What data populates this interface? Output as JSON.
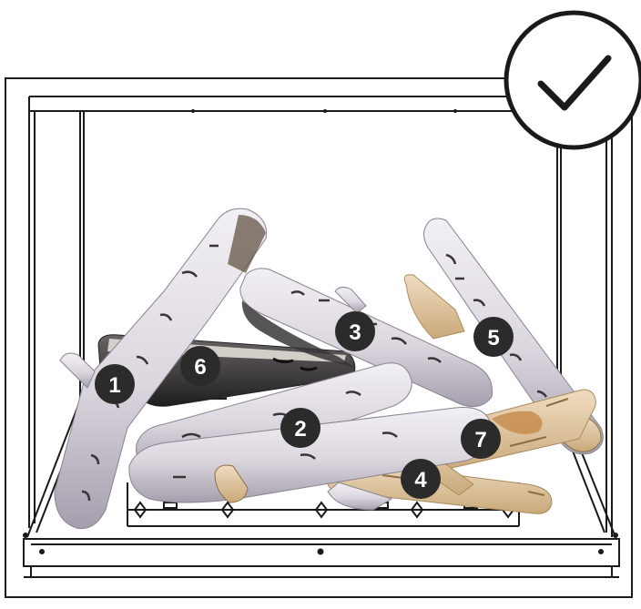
{
  "badge": {
    "icon": "checkmark-icon",
    "color": "#1a1a1a"
  },
  "colors": {
    "frame": "#1a1a1a",
    "bark": "#e7e4ea",
    "bark_shade": "#b7b0bd",
    "bark_mark": "#3b3436",
    "wood_end": "#d8c49a",
    "charred": "#2b2b2b",
    "label_bg": "#2b2b2b",
    "label_text": "#ffffff"
  },
  "logs": [
    {
      "id": "log-1",
      "label": "1",
      "kind": "birch"
    },
    {
      "id": "log-2",
      "label": "2",
      "kind": "birch"
    },
    {
      "id": "log-3",
      "label": "3",
      "kind": "birch"
    },
    {
      "id": "log-4",
      "label": "4",
      "kind": "birch"
    },
    {
      "id": "log-5",
      "label": "5",
      "kind": "birch"
    },
    {
      "id": "log-6",
      "label": "6",
      "kind": "charred-birch"
    },
    {
      "id": "log-7",
      "label": "7",
      "kind": "split-birch"
    }
  ]
}
